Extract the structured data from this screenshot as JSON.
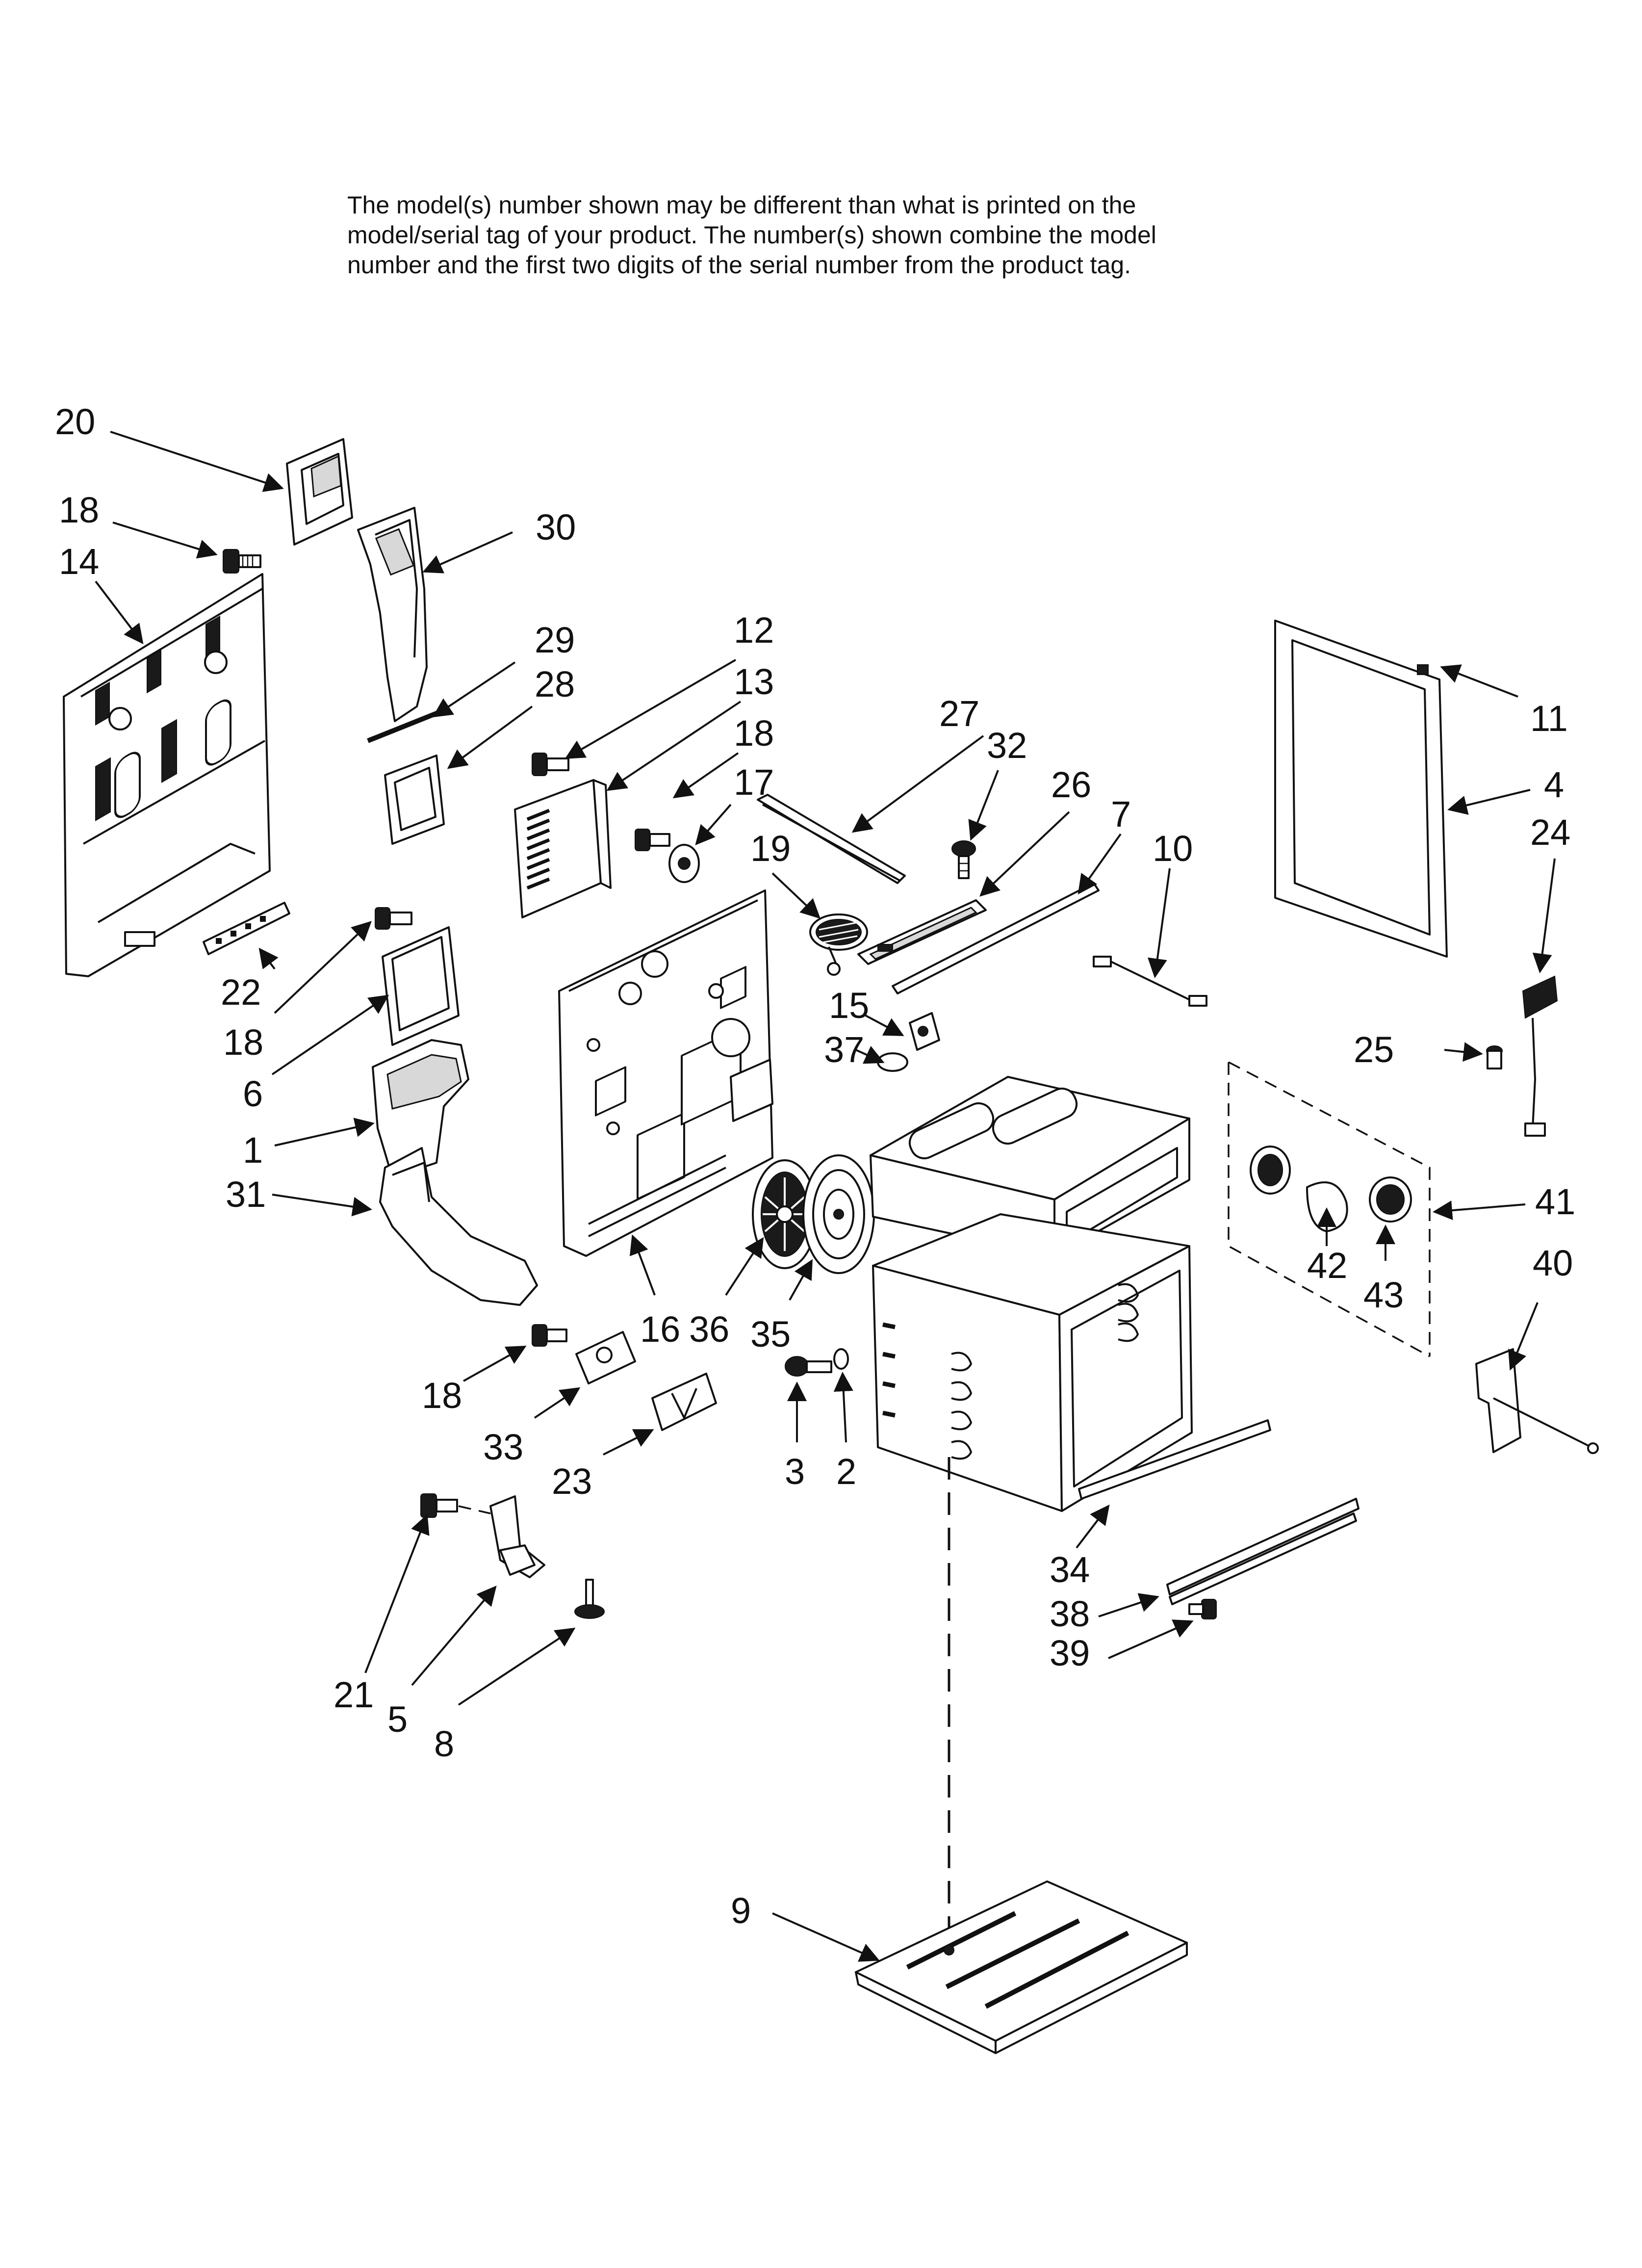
{
  "note": {
    "lines": [
      "The model(s) number shown may be different than what is printed on the",
      "model/serial tag of your product. The number(s) shown combine the model",
      "number and the first two digits of the serial number from the product tag."
    ]
  },
  "callouts": [
    "20",
    "18",
    "14",
    "30",
    "29",
    "28",
    "12",
    "13",
    "18",
    "17",
    "27",
    "32",
    "26",
    "7",
    "10",
    "11",
    "4",
    "24",
    "19",
    "15",
    "37",
    "25",
    "22",
    "18",
    "6",
    "1",
    "31",
    "16",
    "36",
    "35",
    "41",
    "42",
    "43",
    "40",
    "18",
    "33",
    "23",
    "3",
    "2",
    "34",
    "38",
    "39",
    "21",
    "5",
    "8",
    "9"
  ]
}
